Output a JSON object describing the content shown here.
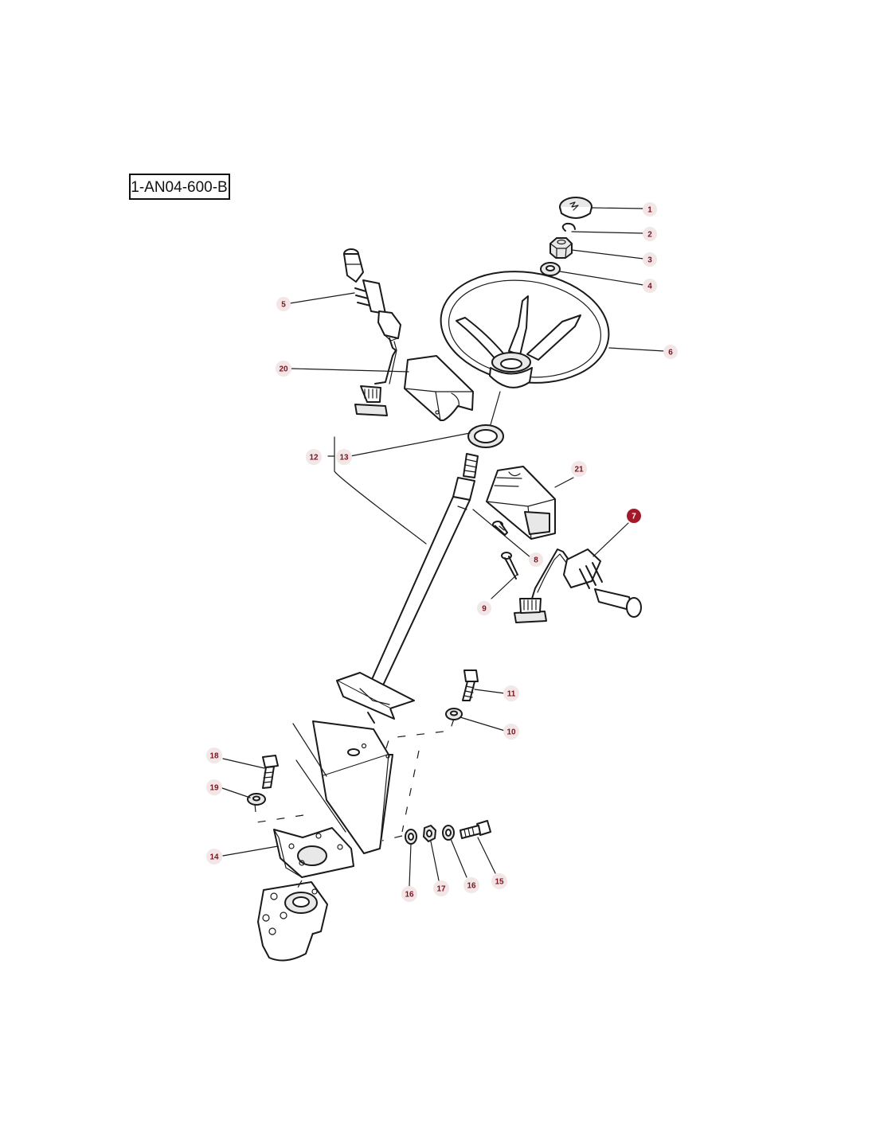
{
  "diagram_code": "1-AN04-600-B",
  "callouts": [
    {
      "id": "1",
      "label": "1"
    },
    {
      "id": "2",
      "label": "2"
    },
    {
      "id": "3",
      "label": "3"
    },
    {
      "id": "4",
      "label": "4"
    },
    {
      "id": "5",
      "label": "5"
    },
    {
      "id": "6",
      "label": "6"
    },
    {
      "id": "7",
      "label": "7",
      "active": true
    },
    {
      "id": "8",
      "label": "8"
    },
    {
      "id": "9",
      "label": "9"
    },
    {
      "id": "10",
      "label": "10"
    },
    {
      "id": "11",
      "label": "11"
    },
    {
      "id": "12",
      "label": "12"
    },
    {
      "id": "13",
      "label": "13"
    },
    {
      "id": "14",
      "label": "14"
    },
    {
      "id": "15",
      "label": "15"
    },
    {
      "id": "16a",
      "label": "16"
    },
    {
      "id": "16b",
      "label": "16"
    },
    {
      "id": "17",
      "label": "17"
    },
    {
      "id": "18",
      "label": "18"
    },
    {
      "id": "19",
      "label": "19"
    },
    {
      "id": "20",
      "label": "20"
    },
    {
      "id": "21",
      "label": "21"
    }
  ],
  "colors": {
    "badge_fill": "#f2e6e6",
    "badge_text": "#7a1420",
    "active_badge_fill": "#a3192a",
    "line": "#1a1a1a"
  }
}
